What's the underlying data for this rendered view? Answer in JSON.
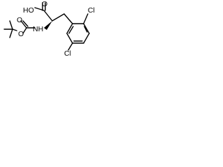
{
  "molecule": {
    "atom_labels": {
      "hydroxyl": "HO",
      "carbonyl_oxygen": "O",
      "amine": "NH",
      "carbamate_oxygen_double": "O",
      "carbamate_oxygen_single": "O",
      "chlorine_top": "Cl",
      "chlorine_bottom": "Cl"
    },
    "colors": {
      "bond": "#000000",
      "text": "#000000",
      "background": "#ffffff"
    }
  }
}
